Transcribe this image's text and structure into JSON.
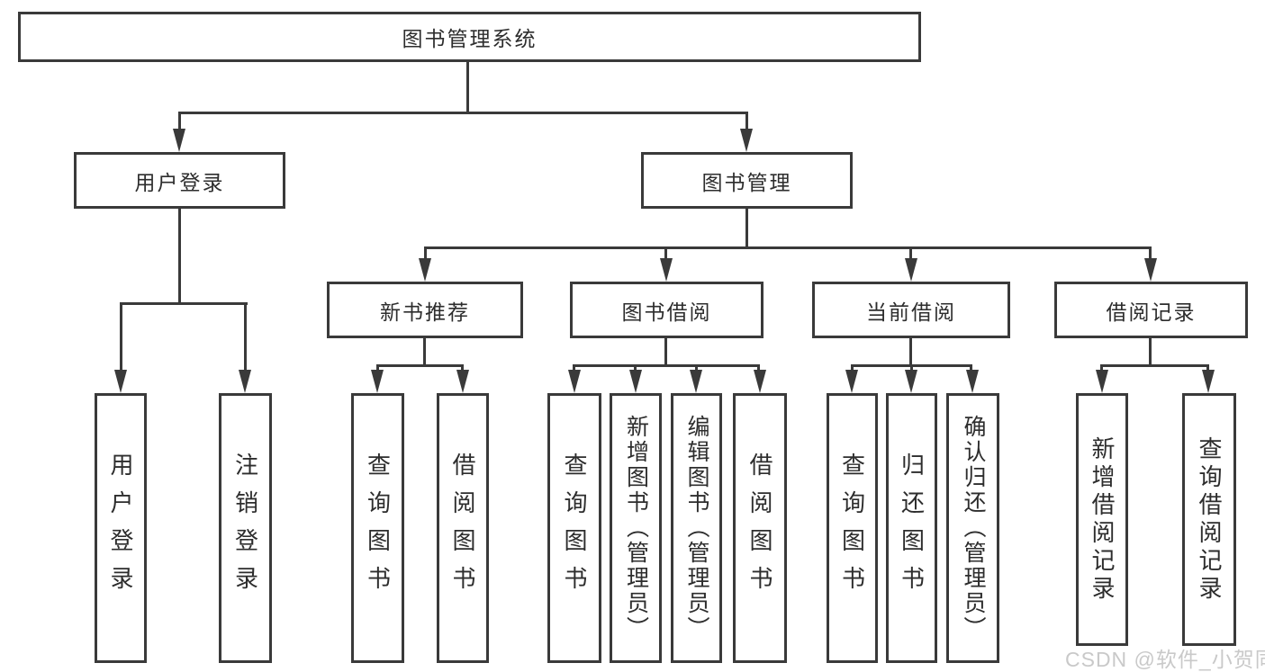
{
  "tree": {
    "root": "图书管理系统",
    "branches": [
      {
        "label": "用户登录",
        "children": [
          "用户登录",
          "注销登录"
        ]
      },
      {
        "label": "图书管理",
        "children": [
          {
            "label": "新书推荐",
            "children": [
              "查询图书",
              "借阅图书"
            ]
          },
          {
            "label": "图书借阅",
            "children": [
              "查询图书",
              "新增图书（管理员）",
              "编辑图书（管理员）",
              "借阅图书"
            ]
          },
          {
            "label": "当前借阅",
            "children": [
              "查询图书",
              "归还图书",
              "确认归还（管理员）"
            ]
          },
          {
            "label": "借阅记录",
            "children": [
              "新增借阅记录",
              "查询借阅记录"
            ]
          }
        ]
      }
    ]
  },
  "watermark": {
    "text": "CSDN @软件_小贺同学"
  },
  "colors": {
    "line": "#3a3a3a",
    "box_border": "#3a3a3a",
    "box_fill": "#ffffff",
    "text": "#2d2d2d",
    "watermark": "#c9c9c9",
    "background": "#ffffff"
  }
}
